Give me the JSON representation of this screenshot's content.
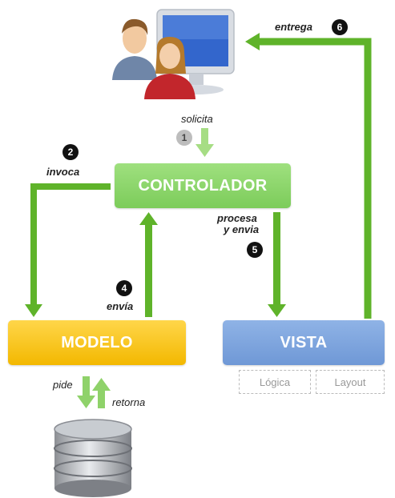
{
  "nodes": {
    "controlador": "CONTROLADOR",
    "modelo": "MODELO",
    "vista": "VISTA",
    "vista_parts": {
      "logica": "Lógica",
      "layout": "Layout"
    }
  },
  "steps": {
    "s1": {
      "number": "1",
      "label": "solicita"
    },
    "s2": {
      "number": "2",
      "label": "invoca"
    },
    "s4": {
      "number": "4",
      "label": "envía"
    },
    "s5": {
      "number": "5",
      "label_line1": "procesa",
      "label_line2": "y envia"
    },
    "s6": {
      "number": "6",
      "label": "entrega"
    }
  },
  "db_labels": {
    "pide": "pide",
    "retorna": "retorna"
  },
  "icons": {
    "users": "users-at-computer-icon",
    "database": "database-icon"
  },
  "colors": {
    "arrow_green": "#5fb32a",
    "arrow_light_green": "#a6dd84",
    "controlador": "#86d264",
    "modelo": "#f6c21a",
    "vista": "#7ea6e0"
  }
}
